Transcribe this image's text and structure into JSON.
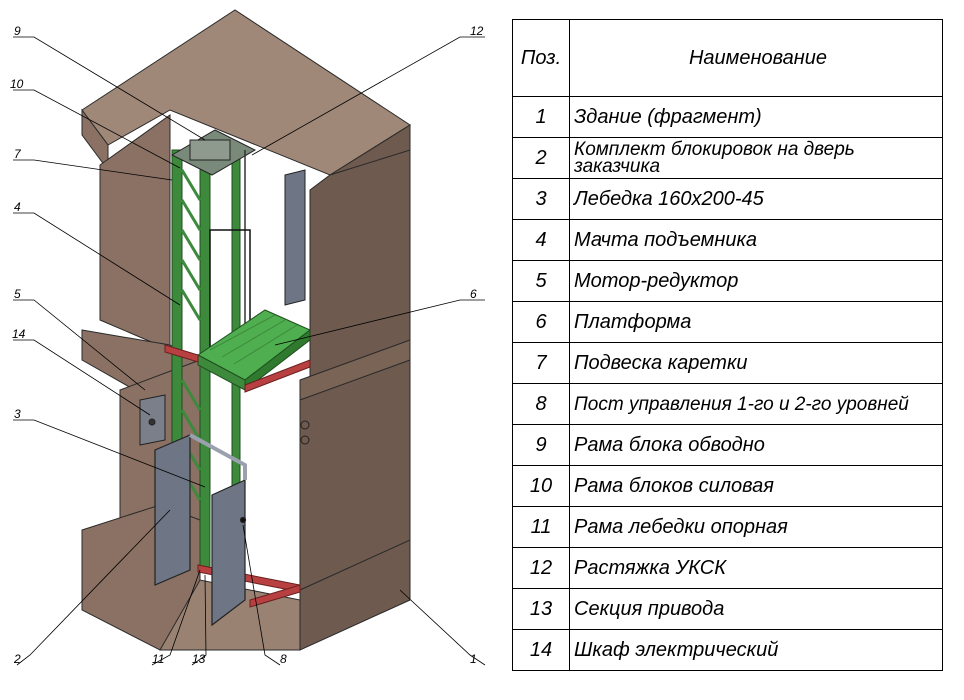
{
  "table": {
    "header": {
      "pos": "Поз.",
      "name": "Наименование"
    },
    "rows": [
      {
        "pos": "1",
        "name": "Здание (фрагмент)"
      },
      {
        "pos": "2",
        "name": "Комплект блокировок на дверь заказчика"
      },
      {
        "pos": "3",
        "name": "Лебедка 160х200-45"
      },
      {
        "pos": "4",
        "name": "Мачта подъемника"
      },
      {
        "pos": "5",
        "name": "Мотор-редуктор"
      },
      {
        "pos": "6",
        "name": "Платформа"
      },
      {
        "pos": "7",
        "name": "Подвеска каретки"
      },
      {
        "pos": "8",
        "name": "Пост управления 1-го и 2-го уровней"
      },
      {
        "pos": "9",
        "name": "Рама блока обводно"
      },
      {
        "pos": "10",
        "name": "Рама блоков силовая"
      },
      {
        "pos": "11",
        "name": "Рама лебедки опорная"
      },
      {
        "pos": "12",
        "name": "Растяжка УКСК"
      },
      {
        "pos": "13",
        "name": "Секция привода"
      },
      {
        "pos": "14",
        "name": "Шкаф электрический"
      }
    ]
  },
  "callouts": [
    "9",
    "12",
    "10",
    "7",
    "4",
    "6",
    "5",
    "14",
    "3",
    "2",
    "11",
    "13",
    "8",
    "1"
  ],
  "colors": {
    "wall_front": "#8a7163",
    "wall_top": "#a08878",
    "wall_side": "#6e5a4e",
    "mast": "#3d8a3d",
    "platform": "#4fae4f",
    "frame_red": "#b84040",
    "door": "#6e7585"
  }
}
